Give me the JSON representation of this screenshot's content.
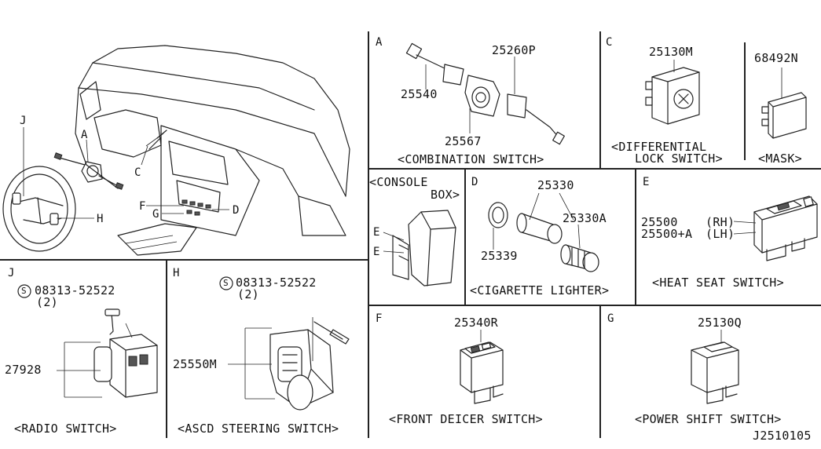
{
  "overview": {
    "callouts": {
      "j": "J",
      "a": "A",
      "c": "C",
      "f": "F",
      "g": "G",
      "d": "D",
      "h": "H"
    }
  },
  "panels": {
    "A": {
      "letter": "A",
      "caption": "<COMBINATION SWITCH>",
      "parts": [
        "25540",
        "25260P",
        "25567"
      ]
    },
    "C": {
      "letter": "C",
      "caption_line1": "<DIFFERENTIAL",
      "caption_line2": "LOCK SWITCH>",
      "part": "25130M",
      "mask_part": "68492N",
      "mask_caption": "<MASK>"
    },
    "console": {
      "caption_line1": "<CONSOLE",
      "caption_line2": "BOX>",
      "label_e1": "E",
      "label_e2": "E"
    },
    "D": {
      "letter": "D",
      "caption": "<CIGARETTE LIGHTER>",
      "parts": [
        "25330",
        "25330A",
        "25339"
      ]
    },
    "E": {
      "letter": "E",
      "caption": "<HEAT SEAT  SWITCH>",
      "part_rh": "25500",
      "rh": "(RH)",
      "part_lh": "25500+A",
      "lh": "(LH)"
    },
    "J": {
      "letter": "J",
      "bolt_symbol": "S",
      "bolt": "08313-52522",
      "qty": "(2)",
      "part": "27928",
      "caption": "<RADIO SWITCH>"
    },
    "H": {
      "letter": "H",
      "bolt_symbol": "S",
      "bolt": "08313-52522",
      "qty": "(2)",
      "part": "25550M",
      "caption": "<ASCD STEERING SWITCH>"
    },
    "F": {
      "letter": "F",
      "part": "25340R",
      "caption": "<FRONT DEICER SWITCH>"
    },
    "G": {
      "letter": "G",
      "part": "25130Q",
      "caption": "<POWER SHIFT SWITCH>"
    }
  },
  "diagram_id": "J2510105"
}
